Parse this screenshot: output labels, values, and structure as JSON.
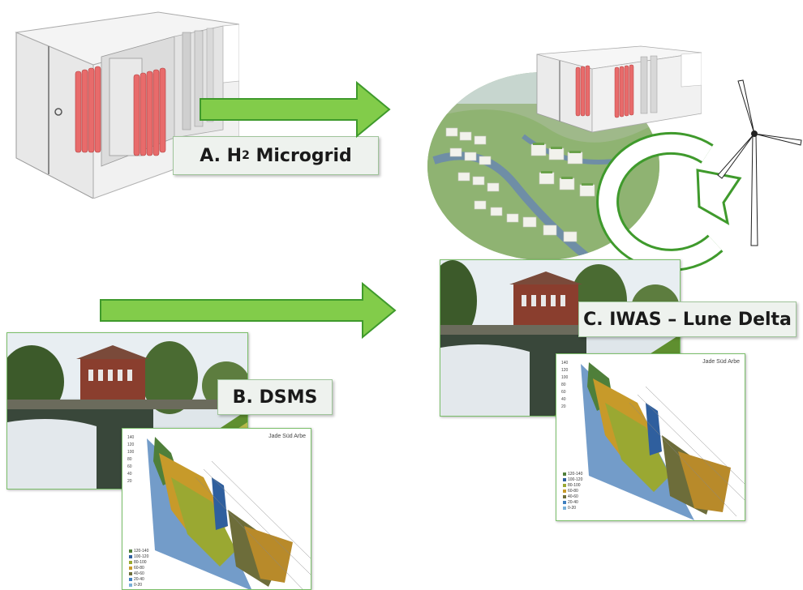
{
  "labels": {
    "a": "A. H",
    "a_sub": "2",
    "a_rest": " Microgrid",
    "b": "B. DSMS",
    "c": "C. IWAS – Lune Delta"
  },
  "chart": {
    "title": "Jade Süd Arbe",
    "y_ticks": [
      "140",
      "120",
      "100",
      "80",
      "60",
      "40",
      "20"
    ],
    "legend": [
      "120-140",
      "100-120",
      "80-100",
      "60-80",
      "40-60",
      "20-40",
      "0-20"
    ],
    "legend_colors": [
      "#4f7f3a",
      "#2f5f9e",
      "#9aa832",
      "#c79a2a",
      "#6d6d3a",
      "#3f7fbf",
      "#7ab0d8"
    ]
  },
  "chart_c": {
    "title": "Jade Süd Arbe"
  },
  "colors": {
    "arrow_green": "#82cc4a",
    "arrow_border": "#3f9a2c",
    "label_bg": "#eef2ee"
  }
}
